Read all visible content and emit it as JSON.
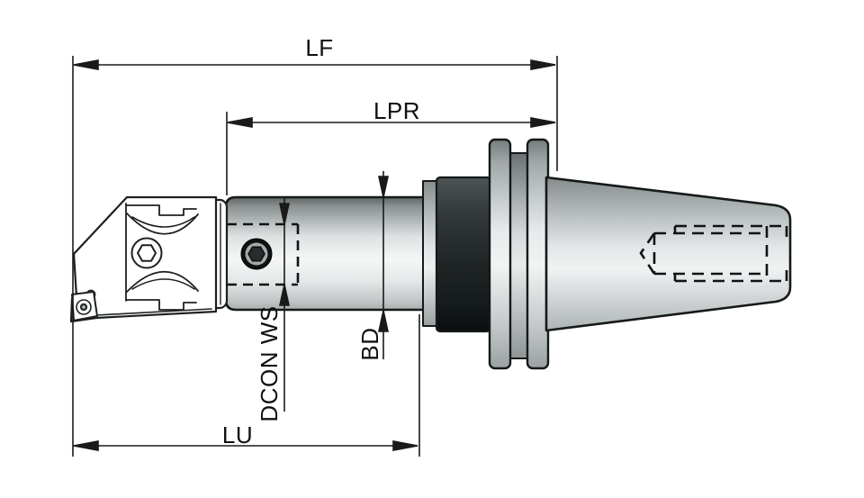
{
  "drawing": {
    "kind": "engineering-dimension-drawing",
    "subject": "indexable milling cutter on taper shank tool holder",
    "background_color": "#ffffff",
    "outline_color": "#16191a",
    "dimension_line_color": "#1a1a1a",
    "metal_light_color": "#f3f5f5",
    "metal_mid_color": "#9aa0a0",
    "collar_dark_color": "#1d2222"
  },
  "labels": {
    "lf": "LF",
    "lpr": "LPR",
    "lu": "LU",
    "dcon_ws": "DCON WS",
    "bd": "BD"
  }
}
